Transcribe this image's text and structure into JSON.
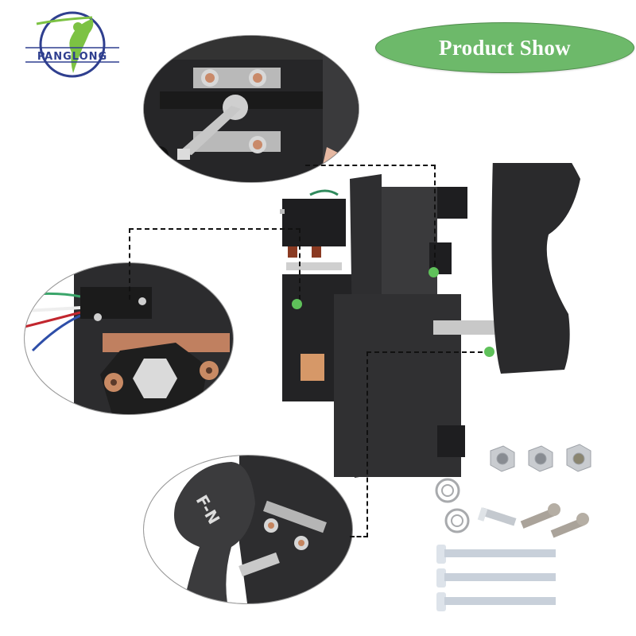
{
  "brand": {
    "logo_text": "PANGLONG",
    "logo_ring_color": "#2f3f8f",
    "logo_figure_color": "#7cc243"
  },
  "badge": {
    "label": "Product Show",
    "fill_color": "#6db96a",
    "text_color": "#ffffff"
  },
  "callouts": [
    {
      "id": "top",
      "subject": "shaft and terminal nuts detail"
    },
    {
      "id": "left",
      "subject": "micro switch and wiring detail"
    },
    {
      "id": "bottom",
      "subject": "F/R handle and linkage detail",
      "handle_marking": "F-N"
    }
  ],
  "main_product": {
    "subject": "forward/reverse switch assembly with handle"
  },
  "hardware_kit": {
    "hex_nuts": 3,
    "lock_washers": 2,
    "short_screws": 3,
    "long_screws": 3
  },
  "colors": {
    "marker_dot": "#5fc15a",
    "leader_line": "#111111",
    "product_body": "#2b2b2d"
  }
}
